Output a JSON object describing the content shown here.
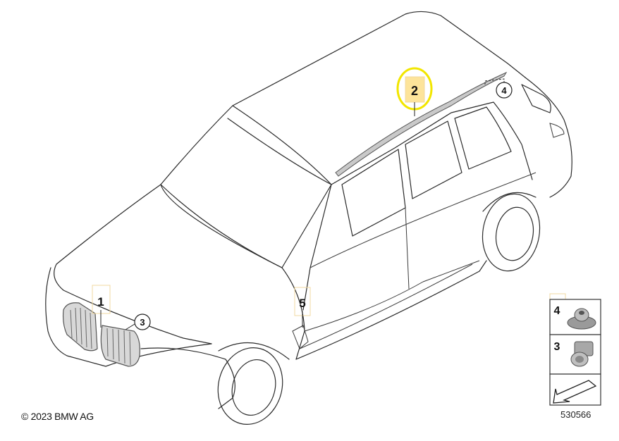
{
  "callouts": [
    {
      "id": "1",
      "label": "1"
    },
    {
      "id": "2",
      "label": "2"
    },
    {
      "id": "3",
      "label": "3"
    },
    {
      "id": "4",
      "label": "4"
    },
    {
      "id": "5",
      "label": "5"
    }
  ],
  "legend": [
    {
      "label": "4"
    },
    {
      "label": "3"
    }
  ],
  "copyright": "© 2023 BMW AG",
  "diagram_number": "530566",
  "colors": {
    "highlight_fill": "#fde49a",
    "highlight_ring": "#f2e600",
    "callout_box_border": "#f1d9a0",
    "line": "#2a2a2a"
  }
}
